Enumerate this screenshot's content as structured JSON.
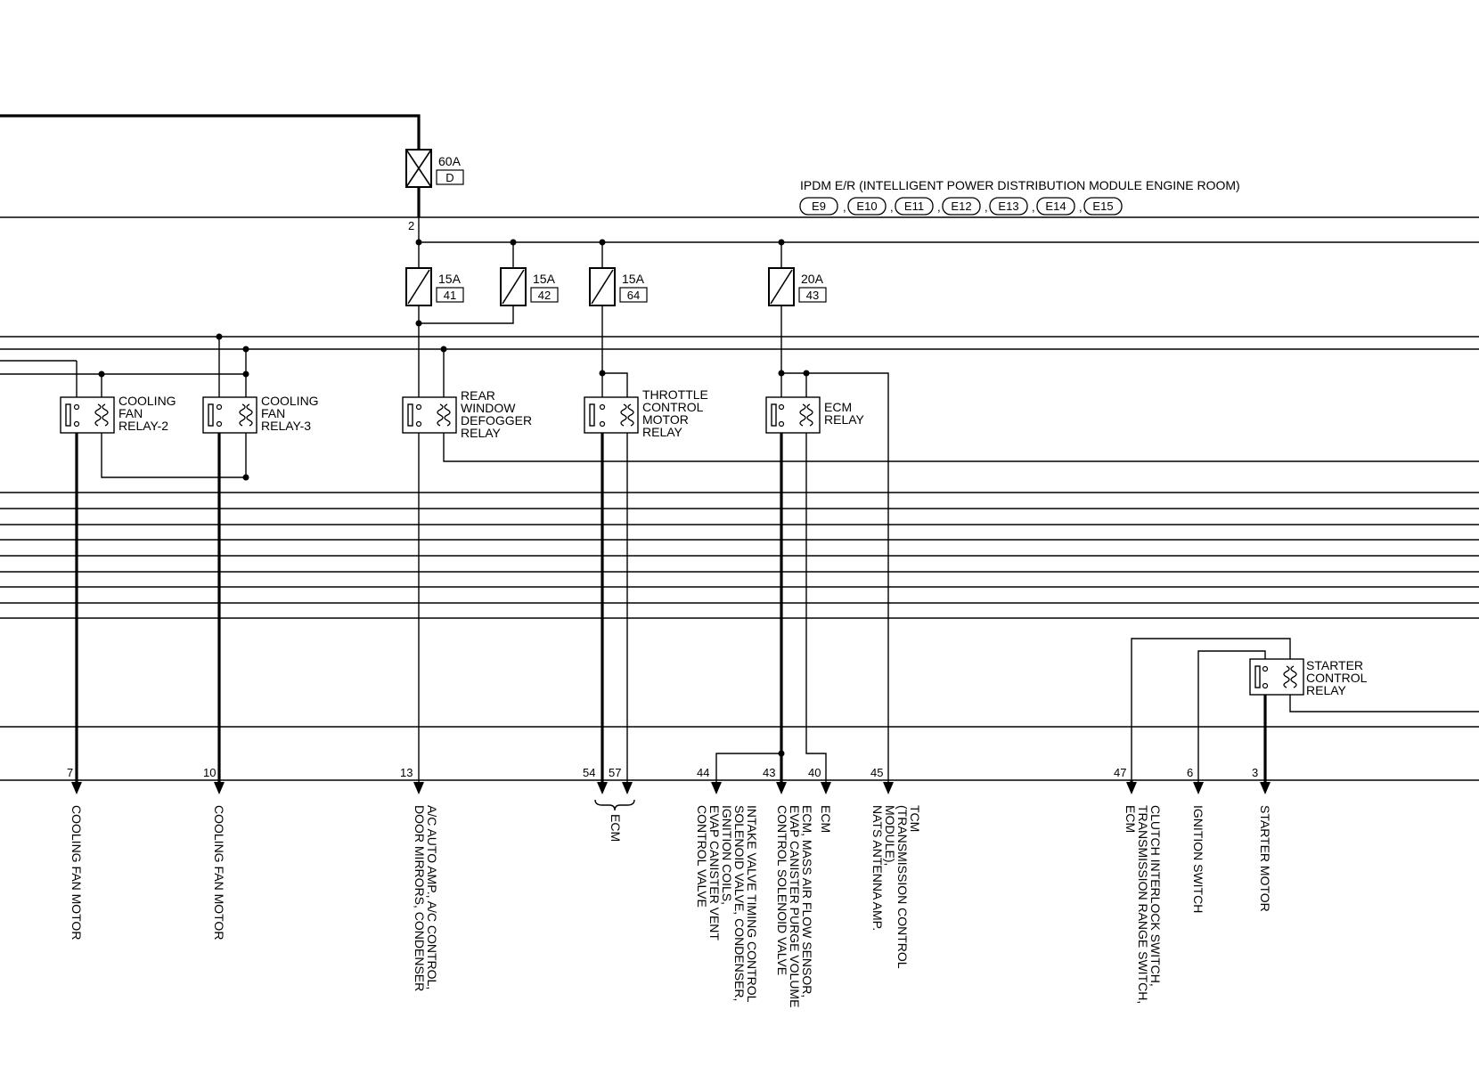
{
  "module": {
    "title": "IPDM E/R (INTELLIGENT POWER DISTRIBUTION MODULE ENGINE ROOM)",
    "connectors": [
      "E9",
      "E10",
      "E11",
      "E12",
      "E13",
      "E14",
      "E15"
    ]
  },
  "main_fuse": {
    "rating": "60A",
    "id": "D",
    "terminal": "2"
  },
  "fuses": [
    {
      "rating": "15A",
      "number": "41"
    },
    {
      "rating": "15A",
      "number": "42"
    },
    {
      "rating": "15A",
      "number": "64"
    },
    {
      "rating": "20A",
      "number": "43"
    }
  ],
  "relays": [
    {
      "lines": [
        "COOLING",
        "FAN",
        "RELAY-2"
      ]
    },
    {
      "lines": [
        "COOLING",
        "FAN",
        "RELAY-3"
      ]
    },
    {
      "lines": [
        "REAR",
        "WINDOW",
        "DEFOGGER",
        "RELAY"
      ]
    },
    {
      "lines": [
        "THROTTLE",
        "CONTROL",
        "MOTOR",
        "RELAY"
      ]
    },
    {
      "lines": [
        "ECM",
        "RELAY"
      ]
    },
    {
      "lines": [
        "STARTER",
        "CONTROL",
        "RELAY"
      ]
    }
  ],
  "terminals": [
    "7",
    "10",
    "13",
    "54",
    "57",
    "44",
    "43",
    "40",
    "45",
    "47",
    "6",
    "3"
  ],
  "destinations": [
    {
      "lines": [
        "COOLING FAN MOTOR"
      ]
    },
    {
      "lines": [
        "COOLING FAN MOTOR"
      ]
    },
    {
      "lines": [
        "A/C AUTO AMP., A/C CONTROL,",
        "DOOR MIRRORS, CONDENSER"
      ]
    },
    {
      "lines": [
        "ECM"
      ]
    },
    {
      "lines": [
        "INTAKE VALVE TIMING CONTROL",
        "SOLENOID VALVE, CONDENSER,",
        "IGNITION COILS,",
        "EVAP CANISTER VENT",
        "CONTROL VALVE"
      ]
    },
    {
      "lines": [
        "ECM, MASS AIR FLOW SENSOR,",
        "EVAP CANISTER PURGE VOLUME",
        "CONTROL SOLENOID VALVE"
      ]
    },
    {
      "lines": [
        "ECM"
      ]
    },
    {
      "lines": [
        "TCM",
        "(TRANSMISSION CONTROL",
        "MODULE),",
        "NATS ANTENNA AMP."
      ]
    },
    {
      "lines": [
        "CLUTCH INTERLOCK SWITCH,",
        "TRANSMISSION RANGE SWITCH,",
        "ECM"
      ]
    },
    {
      "lines": [
        "IGNITION SWITCH"
      ]
    },
    {
      "lines": [
        "STARTER MOTOR"
      ]
    }
  ]
}
